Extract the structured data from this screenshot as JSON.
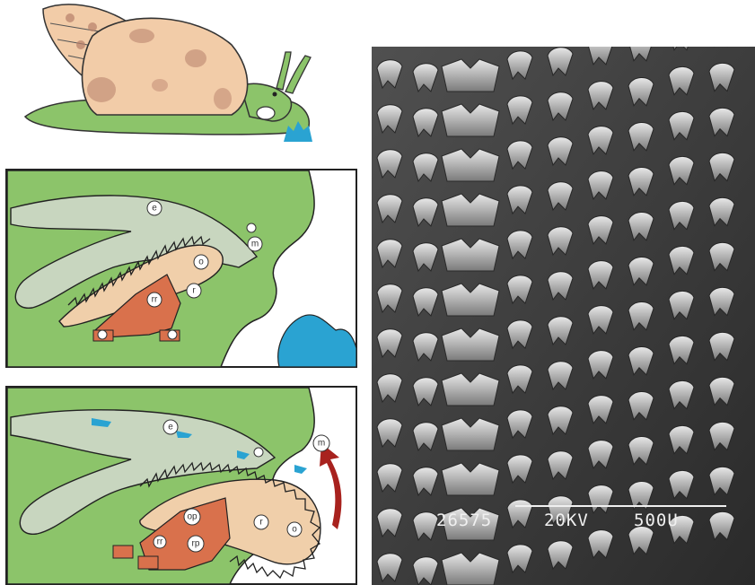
{
  "colors": {
    "body_green": "#8cc46a",
    "shell": "#f2cca8",
    "shell_spot": "#b77f6a",
    "cartilage": "#c8d6bf",
    "odontophore": "#f0cfaa",
    "muscle": "#d9714c",
    "food": "#2aa3d2",
    "arrow": "#a8221e",
    "sem_bg": "#3b3b3b"
  },
  "panel2_labels": {
    "e": "e",
    "o": "o",
    "r": "r",
    "m": "m",
    "rr": "rr",
    "s1": "",
    "s2": "",
    "s3": ""
  },
  "panel3_labels": {
    "e": "e",
    "m": "m",
    "r": "r",
    "o": "o",
    "op": "op",
    "rp": "rp",
    "rr": "rr",
    "s1": ""
  },
  "micrograph": {
    "specimen_no": "26575",
    "voltage": "20KV",
    "scale": "500U"
  }
}
